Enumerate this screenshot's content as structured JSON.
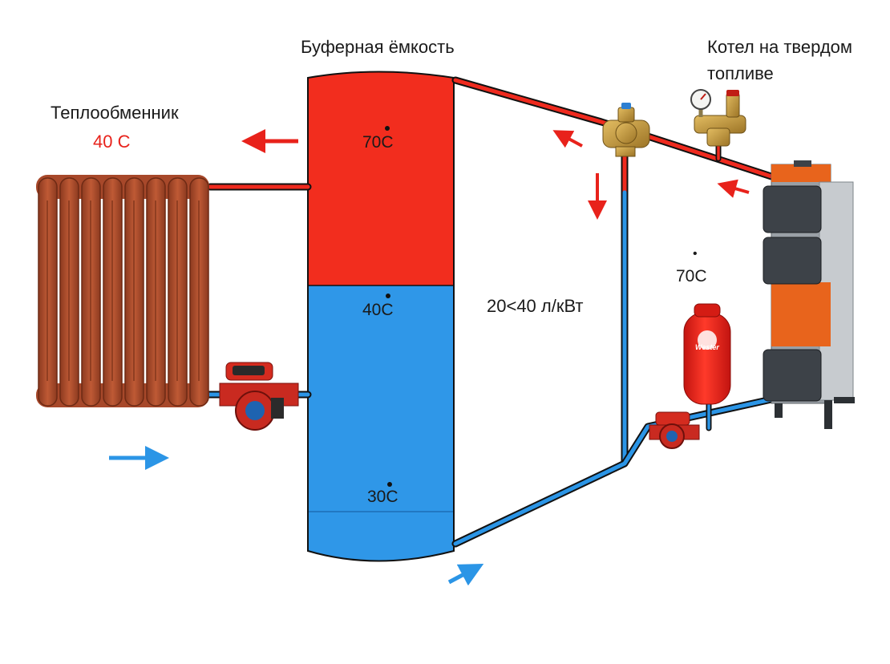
{
  "labels": {
    "buffer_tank": "Буферная ёмкость",
    "heat_exchanger": "Теплообменник",
    "heat_exchanger_temp": "40 С",
    "boiler_line1": "Котел на твердом",
    "boiler_line2": "топливе",
    "ratio": "20<40 л/кВт"
  },
  "temperatures": {
    "tank_top": "70С",
    "tank_middle": "40С",
    "tank_bottom": "30С",
    "boiler_loop": "70С"
  },
  "brand": {
    "expansion_tank_logo": "Wester"
  },
  "colors": {
    "hot": "#f22d1e",
    "cold": "#2f97e8",
    "radiator": "#a7482a",
    "boiler_orange": "#e8641c",
    "boiler_grey": "#9aa0a6",
    "boiler_door": "#3d4248",
    "brass": "#c89a3c"
  }
}
